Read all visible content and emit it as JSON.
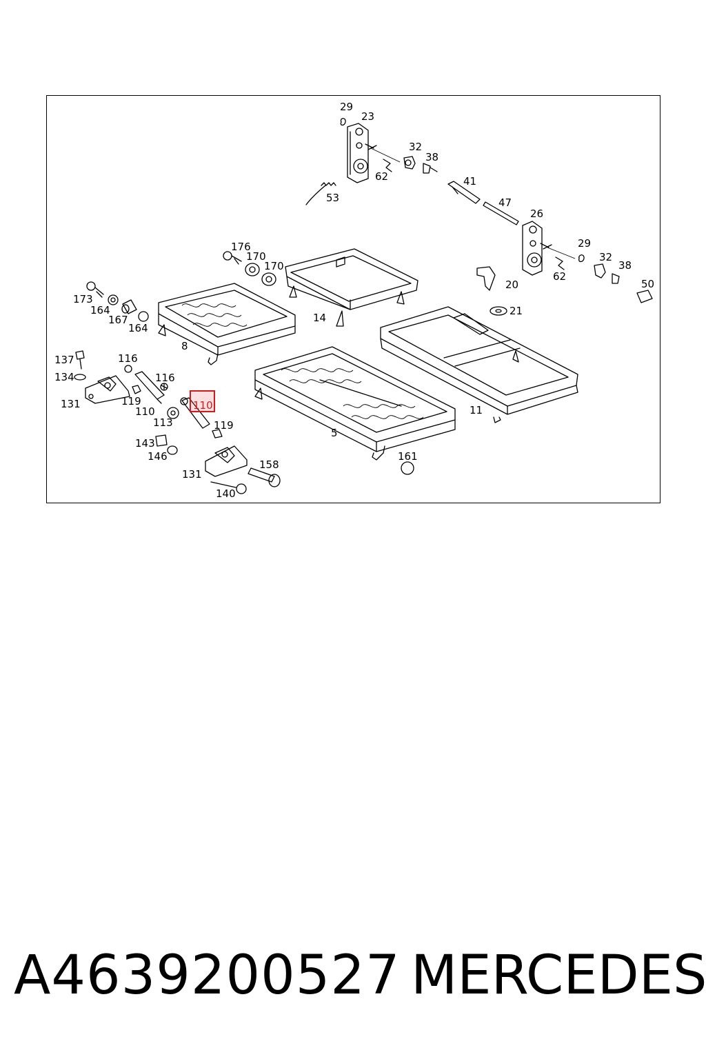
{
  "diagram": {
    "highlighted_callout": "110",
    "callouts": [
      {
        "label": "29"
      },
      {
        "label": "23"
      },
      {
        "label": "32"
      },
      {
        "label": "38"
      },
      {
        "label": "62"
      },
      {
        "label": "53"
      },
      {
        "label": "41"
      },
      {
        "label": "47"
      },
      {
        "label": "26"
      },
      {
        "label": "29"
      },
      {
        "label": "32"
      },
      {
        "label": "38"
      },
      {
        "label": "62"
      },
      {
        "label": "50"
      },
      {
        "label": "176"
      },
      {
        "label": "170"
      },
      {
        "label": "170"
      },
      {
        "label": "20"
      },
      {
        "label": "21"
      },
      {
        "label": "173"
      },
      {
        "label": "164"
      },
      {
        "label": "167"
      },
      {
        "label": "164"
      },
      {
        "label": "14"
      },
      {
        "label": "8"
      },
      {
        "label": "11"
      },
      {
        "label": "137"
      },
      {
        "label": "116"
      },
      {
        "label": "116"
      },
      {
        "label": "134"
      },
      {
        "label": "131"
      },
      {
        "label": "119"
      },
      {
        "label": "110"
      },
      {
        "label": "113"
      },
      {
        "label": "110"
      },
      {
        "label": "119"
      },
      {
        "label": "143"
      },
      {
        "label": "146"
      },
      {
        "label": "131"
      },
      {
        "label": "158"
      },
      {
        "label": "140"
      },
      {
        "label": "5"
      },
      {
        "label": "161"
      }
    ]
  },
  "footer": {
    "part_number": "A4639200527",
    "brand": "MERCEDES"
  }
}
